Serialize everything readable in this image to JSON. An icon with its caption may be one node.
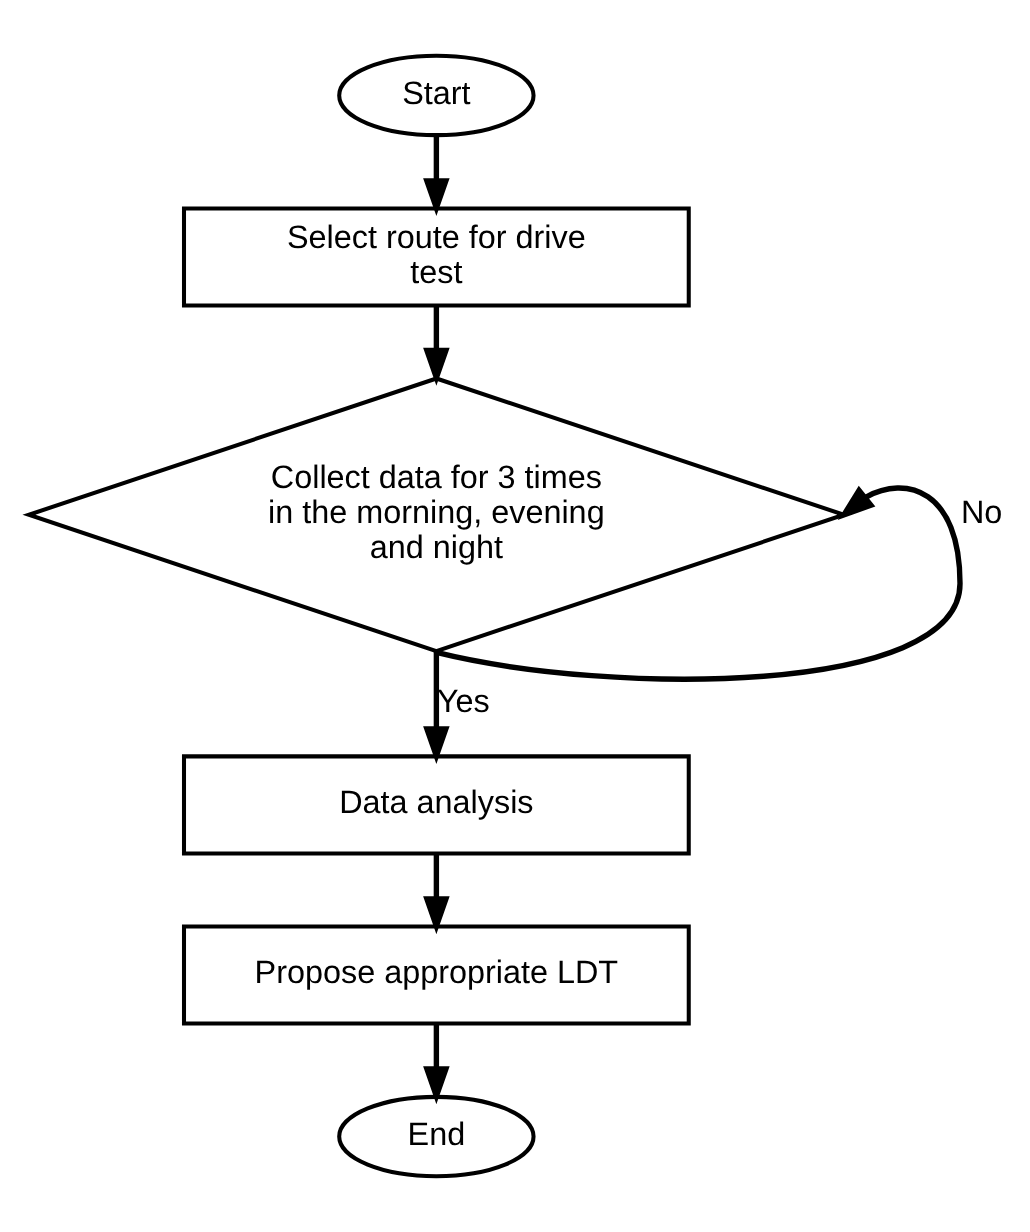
{
  "diagram": {
    "nodes": [
      {
        "text": [
          "Start"
        ]
      },
      {
        "text": [
          "Select route for drive test"
        ]
      },
      {
        "text": [
          "Collect data for 3 times in the morning, evening and night"
        ]
      },
      {
        "text": [
          "Data analysis"
        ]
      },
      {
        "text": [
          "Propose appropriate LDT"
        ]
      },
      {
        "text": [
          "End"
        ]
      }
    ],
    "edges": [
      {
        "from": 0,
        "to": 1,
        "arrow": "to"
      },
      {
        "from": 1,
        "to": 2,
        "arrow": "to"
      },
      {
        "from": 2,
        "to": 3,
        "arrow": "to",
        "label": "Yes"
      },
      {
        "from": 2,
        "to": 2,
        "arrow": "to",
        "label": "No"
      },
      {
        "from": 3,
        "to": 4,
        "arrow": "to"
      },
      {
        "from": 4,
        "to": 5,
        "arrow": "to"
      }
    ]
  }
}
